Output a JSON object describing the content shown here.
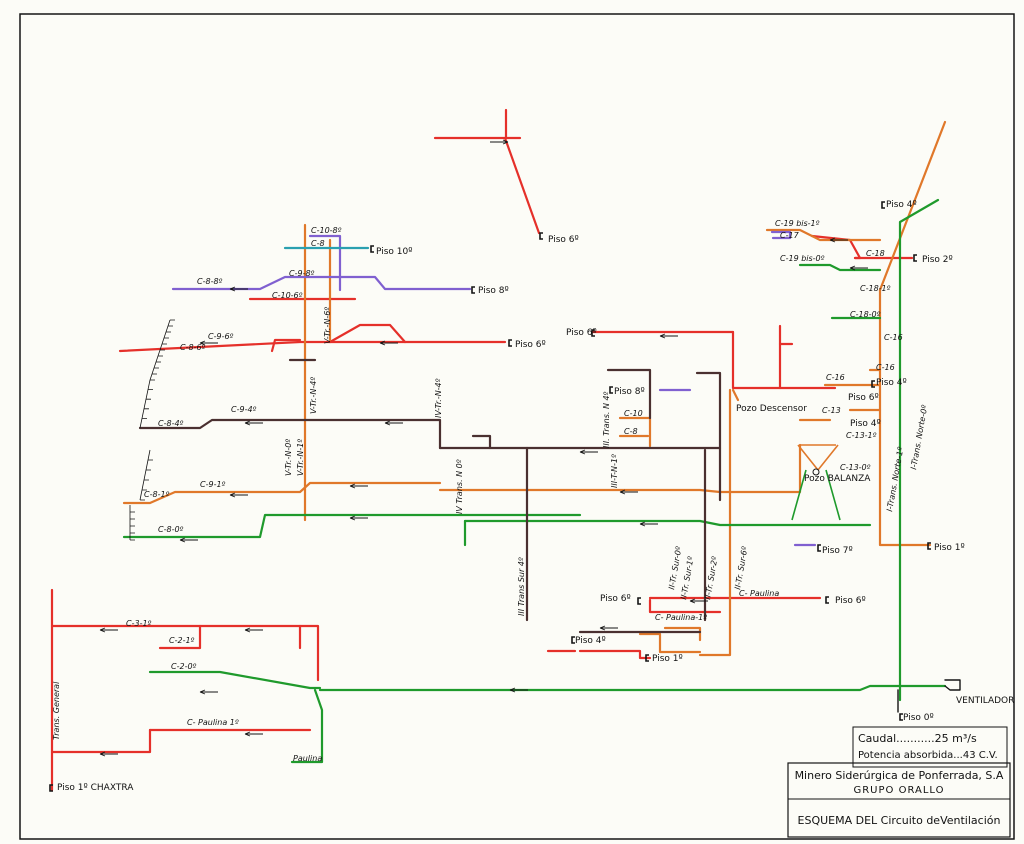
{
  "colors": {
    "red": "#e5302a",
    "orange": "#e0782a",
    "green": "#1f9a2c",
    "brown": "#4a3030",
    "purple": "#8060d0",
    "teal": "#2aa0b0",
    "ink": "#151515"
  },
  "piso_labels": {
    "piso6_top": "Piso 6º",
    "piso10": "Piso 10º",
    "piso8_left": "Piso 8º",
    "piso6_left": "Piso 6º",
    "piso6_mid": "Piso 6º",
    "piso8_mid": "Piso 8º",
    "piso4_right": "Piso 4º",
    "piso2_right": "Piso 2º",
    "piso4_mid": "Piso 4º",
    "piso6_r2": "Piso 6º",
    "piso4_r2": "Piso 4º",
    "piso1_right": "Piso 1º",
    "piso7": "Piso 7º",
    "piso6_low": "Piso 6º",
    "piso6_low_r": "Piso 6º",
    "piso4_low": "Piso 4º",
    "piso1_low": "Piso 1º",
    "piso0": "Piso 0º",
    "piso1_chaxtra": "Piso 1º CHAXTRA",
    "ventilador": "VENTILADOR",
    "pozo_descensor": "Pozo Descensor",
    "pozo_balanza": "Pozo BALANZA"
  },
  "gallery_labels": {
    "c10_8": "C-10-8º",
    "c8": "C-8",
    "c9_8": "C-9-8º",
    "c8_8": "C-8-8º",
    "c10_6": "C-10-6º",
    "c9_6": "C-9-6º",
    "c8_6": "C-8-6º",
    "c9_4": "C-9-4º",
    "c8_4": "C-8-4º",
    "c9_1": "C-9-1º",
    "c8_1": "C-8-1º",
    "c8_0": "C-8-0º",
    "vtrn6": "V-Tr.-N-6º",
    "vtrn4": "V-Tr.-N-4º",
    "vtrn0": "V-Tr.-N-0º",
    "vtrn1": "V-Tr.-N-1º",
    "ivtrn4": "IV-Tr.-N-4º",
    "ivtrans0": "IV Trans. N 0º",
    "iiitrans4": "III. Trans. N 4º",
    "iiitn1": "III-T-N-1º",
    "iiitranssur4": "III Trans Sur 4º",
    "c10": "C-10",
    "c8b": "C-8",
    "c19bis1": "C-19 bis-1º",
    "c17": "C-17",
    "c19bis0": "C-19 bis-0º",
    "c18": "C-18",
    "c18_1": "C-18-1º",
    "c18_0": "C-18-0º",
    "c16": "C-16",
    "c16b": "C-16",
    "c16c": "C-16",
    "c13": "C-13",
    "c13_1": "C-13-1º",
    "c13_0": "C-13-0º",
    "itransnorte1": "I-Trans. Norte-1º",
    "itransnorte0": "I-Trans. Norte-0º",
    "iitrsur1": "II-Tr. Sur-1º",
    "iitrsur0": "II-Tr. Sur-0º",
    "iitrsur2": "II-Tr. Sur-2º",
    "iitrsur6": "II-Tr. Sur-6º",
    "cpaulina": "C- Paulina",
    "cpaulina1": "C- Paulina-1º",
    "c31": "C-3-1º",
    "c21": "C-2-1º",
    "c20": "C-2-0º",
    "cpaulina1b": "C- Paulina 1º",
    "transgeneral": "Trans. General",
    "paulina_small": "Paulina"
  },
  "info_box": {
    "caudal": "Caudal...........25 m³/s",
    "potencia": "Potencia absorbida...43 C.V."
  },
  "title_block": {
    "company": "Minero Siderúrgica de Ponferrada, S.A",
    "group": "GRUPO ORALLO",
    "title": "ESQUEMA DEL Circuito deVentilación"
  }
}
